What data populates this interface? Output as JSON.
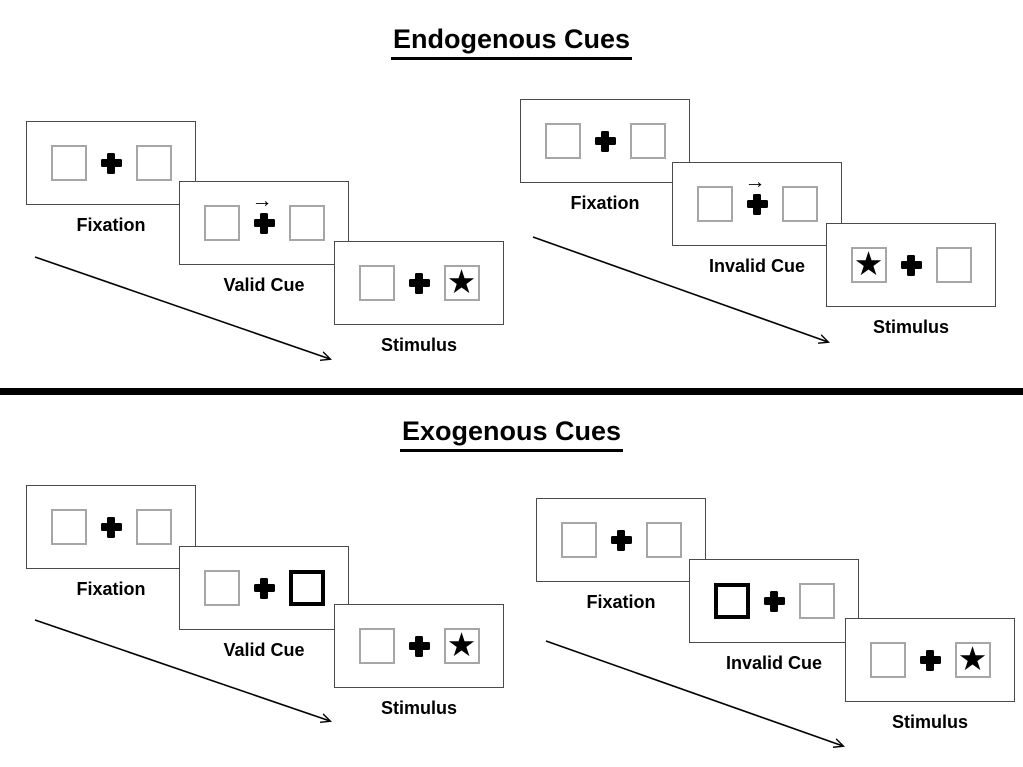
{
  "diagram": "Posner spatial cueing paradigm",
  "sections": [
    {
      "id": "endogenous",
      "title": "Endogenous Cues",
      "trials": [
        {
          "id": "valid",
          "frames": [
            {
              "label": "Fixation",
              "left_box": "empty",
              "center": "fixation-cross",
              "right_box": "empty"
            },
            {
              "label": "Valid Cue",
              "left_box": "empty",
              "center": "fixation-cross",
              "cue": "arrow-right-above-cross",
              "right_box": "empty"
            },
            {
              "label": "Stimulus",
              "left_box": "empty",
              "center": "fixation-cross",
              "right_box": "star"
            }
          ]
        },
        {
          "id": "invalid",
          "frames": [
            {
              "label": "Fixation",
              "left_box": "empty",
              "center": "fixation-cross",
              "right_box": "empty"
            },
            {
              "label": "Invalid Cue",
              "left_box": "empty",
              "center": "fixation-cross",
              "cue": "arrow-right-above-cross",
              "right_box": "empty"
            },
            {
              "label": "Stimulus",
              "left_box": "star",
              "center": "fixation-cross",
              "right_box": "empty"
            }
          ]
        }
      ]
    },
    {
      "id": "exogenous",
      "title": "Exogenous Cues",
      "trials": [
        {
          "id": "valid",
          "frames": [
            {
              "label": "Fixation",
              "left_box": "empty",
              "center": "fixation-cross",
              "right_box": "empty"
            },
            {
              "label": "Valid Cue",
              "left_box": "empty",
              "center": "fixation-cross",
              "right_box": "thick-outline-empty"
            },
            {
              "label": "Stimulus",
              "left_box": "empty",
              "center": "fixation-cross",
              "right_box": "star"
            }
          ]
        },
        {
          "id": "invalid",
          "frames": [
            {
              "label": "Fixation",
              "left_box": "empty",
              "center": "fixation-cross",
              "right_box": "empty"
            },
            {
              "label": "Invalid Cue",
              "left_box": "thick-outline-empty",
              "center": "fixation-cross",
              "right_box": "empty"
            },
            {
              "label": "Stimulus",
              "left_box": "empty",
              "center": "fixation-cross",
              "right_box": "star"
            }
          ]
        }
      ]
    }
  ],
  "icons": {
    "target_star": "★",
    "cue_arrow": "→",
    "fixation_cross": "heavy-plus (css shape)",
    "timeline_arrow": "diagonal line with arrowhead"
  },
  "colors": {
    "ink": "#000000",
    "panel_border": "#4a4a4a",
    "placeholder_border": "#a6a6a6",
    "background": "#ffffff"
  }
}
